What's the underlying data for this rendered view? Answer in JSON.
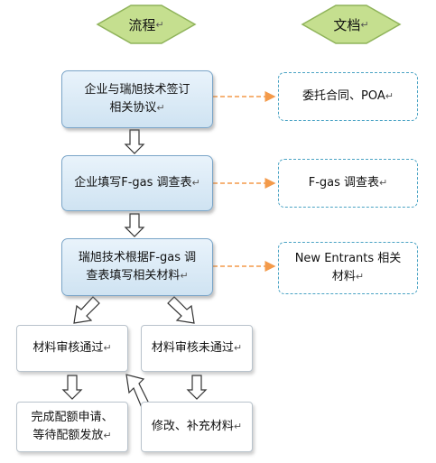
{
  "headers": {
    "process": "流程",
    "documents": "文档"
  },
  "steps": {
    "sign": [
      "企业与瑞旭技术签订",
      "相关协议"
    ],
    "fill": "企业填写F-gas 调查表",
    "prepare": [
      "瑞旭技术根据F-gas 调",
      "查表填写相关材料"
    ],
    "pass": "材料审核通过",
    "fail": "材料审核未通过",
    "complete": [
      "完成配额申请、",
      "等待配额发放"
    ],
    "revise": "修改、补充材料"
  },
  "docs": {
    "poa": "委托合同、POA",
    "survey": "F-gas 调查表",
    "entrants": [
      "New Entrants  相关",
      "材料"
    ]
  },
  "mark": "↵",
  "colors": {
    "header_fill": "#c5df8f",
    "header_border": "#8fb35a",
    "process_border": "#7aa5c8",
    "doc_border": "#4aa3c4",
    "dashed_arrow": "#f39a4a"
  }
}
